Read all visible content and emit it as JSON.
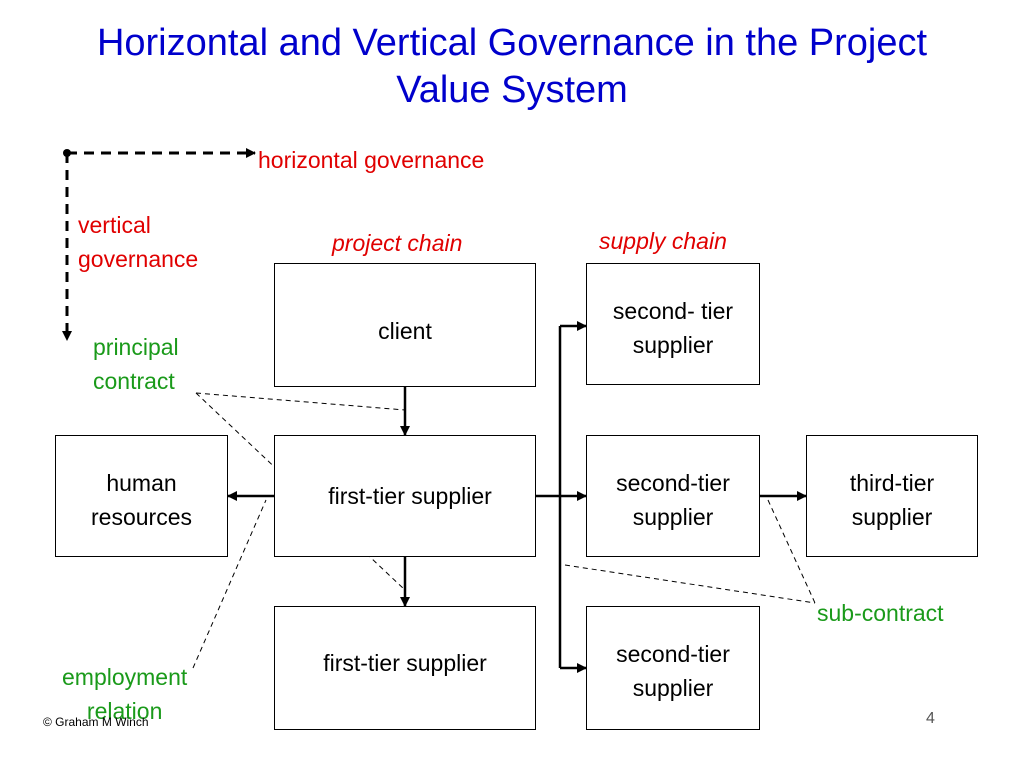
{
  "title": {
    "line1": "Horizontal and Vertical Governance in the Project",
    "line2": "Value System"
  },
  "legend": {
    "horizontal": "horizontal governance",
    "vertical_line1": "vertical",
    "vertical_line2": "governance"
  },
  "headings": {
    "project_chain": "project chain",
    "supply_chain": "supply chain"
  },
  "boxes": {
    "client": "client",
    "first_tier_mid": "first-tier supplier",
    "first_tier_bottom": "first-tier supplier",
    "human_resources_line1": "human",
    "human_resources_line2": "resources",
    "second_tier_top_line1": "second- tier",
    "second_tier_top_line2": "supplier",
    "second_tier_mid_line1": "second-tier",
    "second_tier_mid_line2": "supplier",
    "second_tier_bottom_line1": "second-tier",
    "second_tier_bottom_line2": "supplier",
    "third_tier_line1": "third-tier",
    "third_tier_line2": "supplier"
  },
  "annotations": {
    "principal_line1": "principal",
    "principal_line2": "contract",
    "subcontract": "sub-contract",
    "employment_line1": "employment",
    "employment_line2": "relation"
  },
  "footer": {
    "copyright": "© Graham M Winch",
    "page_number": "4"
  },
  "colors": {
    "title": "#0000cc",
    "governance_labels": "#e00000",
    "contract_labels": "#1a9a1a"
  }
}
